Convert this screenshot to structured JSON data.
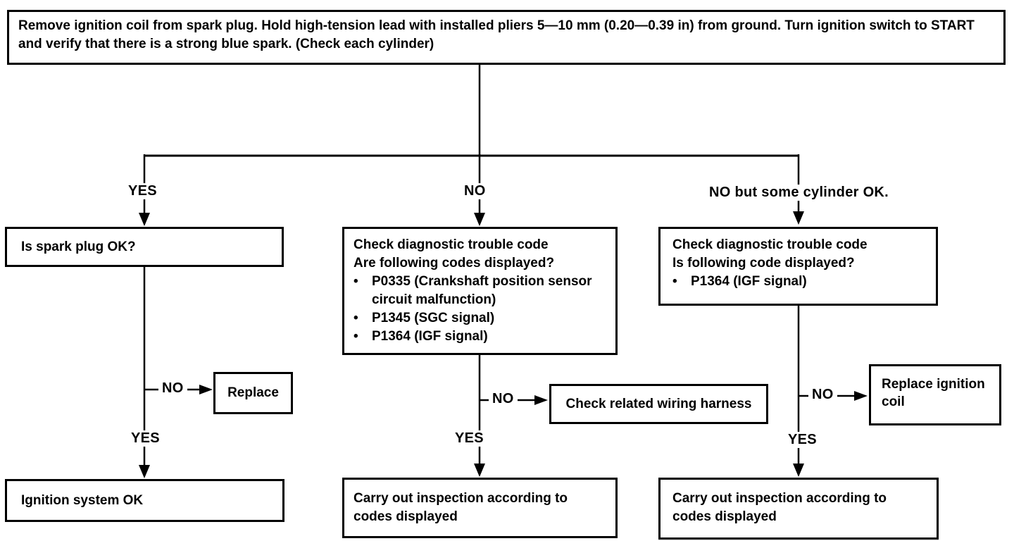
{
  "page": {
    "background_color": "#ffffff",
    "ink_color": "#000000"
  },
  "flowchart": {
    "start_instruction": "Remove ignition coil from spark plug. Hold high-tension lead with installed pliers 5—10 mm (0.20—0.39 in) from ground. Turn ignition switch to START and verify that there is a strong blue spark. (Check each cylinder)",
    "branches": {
      "left": {
        "entry_label": "YES",
        "check": "Is spark plug OK?",
        "no_label": "NO",
        "no_action": "Replace",
        "yes_label": "YES",
        "result": "Ignition system OK"
      },
      "middle": {
        "entry_label": "NO",
        "check_title": "Check diagnostic trouble code",
        "check_question": "Are following codes displayed?",
        "bullet": "•",
        "codes": [
          "P0335 (Crankshaft position sensor circuit malfunction)",
          "P1345 (SGC signal)",
          "P1364 (IGF signal)"
        ],
        "no_label": "NO",
        "no_action": "Check related wiring harness",
        "yes_label": "YES",
        "result": "Carry out inspection according to codes displayed"
      },
      "right": {
        "entry_label": "NO but some cylinder OK.",
        "check_title": "Check diagnostic trouble code",
        "check_question": "Is following code displayed?",
        "bullet": "•",
        "codes": [
          "P1364 (IGF signal)"
        ],
        "no_label": "NO",
        "no_action": "Replace ignition coil",
        "yes_label": "YES",
        "result": "Carry out inspection according to codes displayed"
      }
    }
  }
}
